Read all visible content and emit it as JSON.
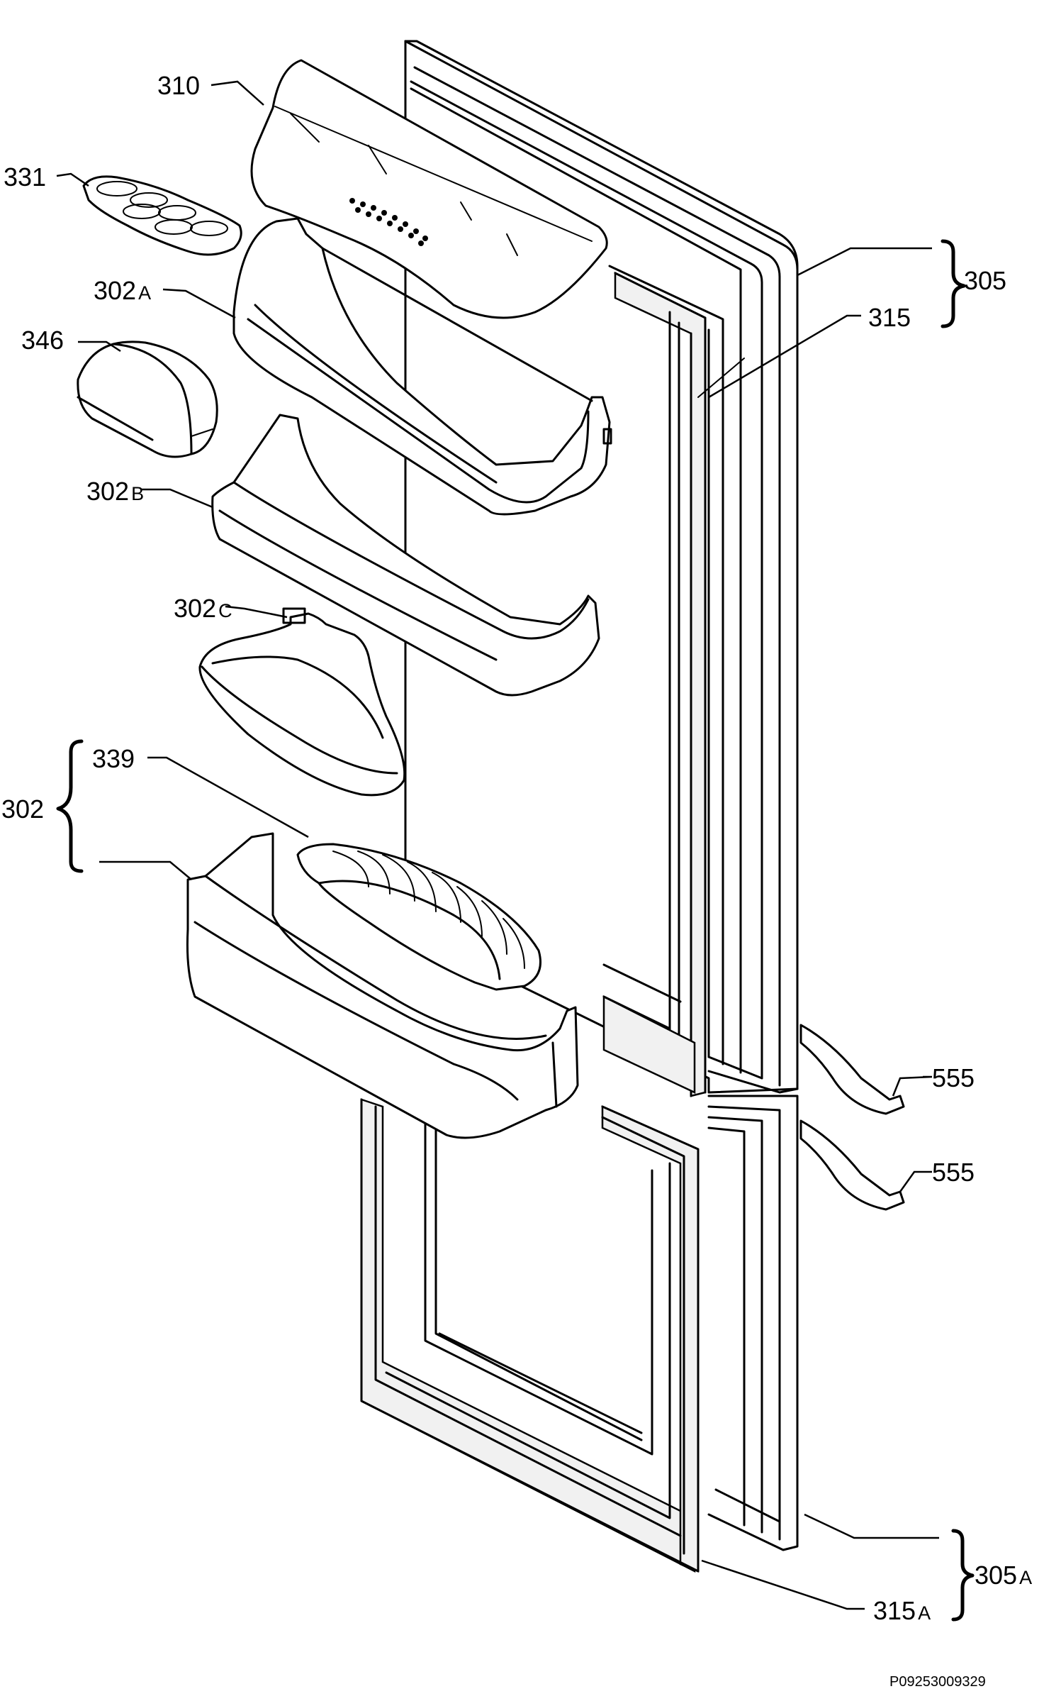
{
  "diagram": {
    "document_code": "P09253009329",
    "parts": [
      {
        "id": "p310",
        "number": "310",
        "suffix": ""
      },
      {
        "id": "p331",
        "number": "331",
        "suffix": ""
      },
      {
        "id": "p302a",
        "number": "302",
        "suffix": "A"
      },
      {
        "id": "p346",
        "number": "346",
        "suffix": ""
      },
      {
        "id": "p302b",
        "number": "302",
        "suffix": "B"
      },
      {
        "id": "p302c",
        "number": "302",
        "suffix": "C"
      },
      {
        "id": "p339",
        "number": "339",
        "suffix": ""
      },
      {
        "id": "p302",
        "number": "302",
        "suffix": ""
      },
      {
        "id": "p305",
        "number": "305",
        "suffix": ""
      },
      {
        "id": "p315",
        "number": "315",
        "suffix": ""
      },
      {
        "id": "p555a",
        "number": "555",
        "suffix": ""
      },
      {
        "id": "p555b",
        "number": "555",
        "suffix": ""
      },
      {
        "id": "p305a",
        "number": "305",
        "suffix": "A"
      },
      {
        "id": "p315a",
        "number": "315",
        "suffix": "A"
      }
    ]
  }
}
